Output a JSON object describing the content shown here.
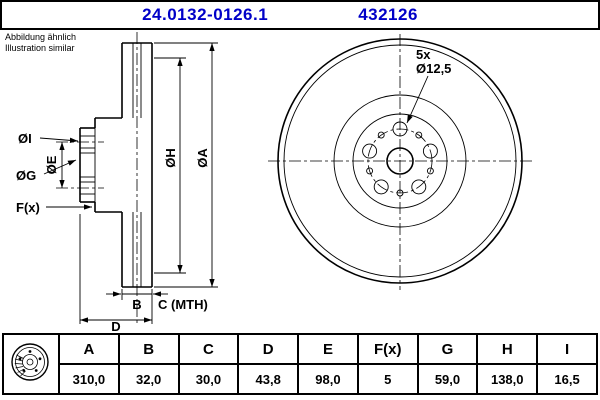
{
  "header": {
    "part_number": "24.0132-0126.1",
    "ref_number": "432126"
  },
  "note": {
    "line1": "Abbildung ähnlich",
    "line2": "Illustration similar"
  },
  "drawing": {
    "labels": {
      "dia_i": "ØI",
      "dia_g": "ØG",
      "dia_e": "ØE",
      "f_x": "F(x)",
      "dia_h": "ØH",
      "dia_a": "ØA",
      "dim_b": "B",
      "dim_c": "C (MTH)",
      "dim_d": "D",
      "holes_count": "5x",
      "holes_dia": "Ø12,5"
    }
  },
  "table": {
    "columns": [
      "A",
      "B",
      "C",
      "D",
      "E",
      "F(x)",
      "G",
      "H",
      "I"
    ],
    "values": [
      "310,0",
      "32,0",
      "30,0",
      "43,8",
      "98,0",
      "5",
      "59,0",
      "138,0",
      "16,5"
    ]
  },
  "colors": {
    "accent": "#0000C8",
    "line": "#000000"
  }
}
